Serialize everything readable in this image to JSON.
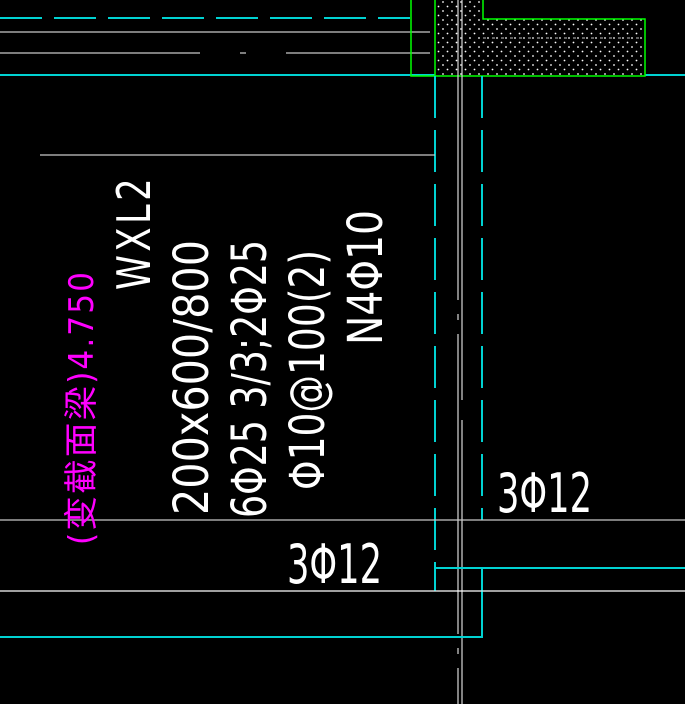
{
  "drawing": {
    "colors": {
      "background": "#000000",
      "linework": "#ffffff",
      "grey": "#c8c8c8",
      "cyan": "#00d2d2",
      "green": "#00ff00",
      "magenta": "#ff00ff"
    },
    "beam_label": {
      "name": "WXL2",
      "section": "200x600/800",
      "rebar_longitudinal": "6Φ25 3/3;2Φ25",
      "stirrup": "Φ10@100(2)",
      "side_bars": "N4Φ10",
      "note": "(变截面梁)4.750"
    },
    "callouts": {
      "rebar_right": "3Φ12",
      "rebar_bottom": "3Φ12"
    }
  }
}
